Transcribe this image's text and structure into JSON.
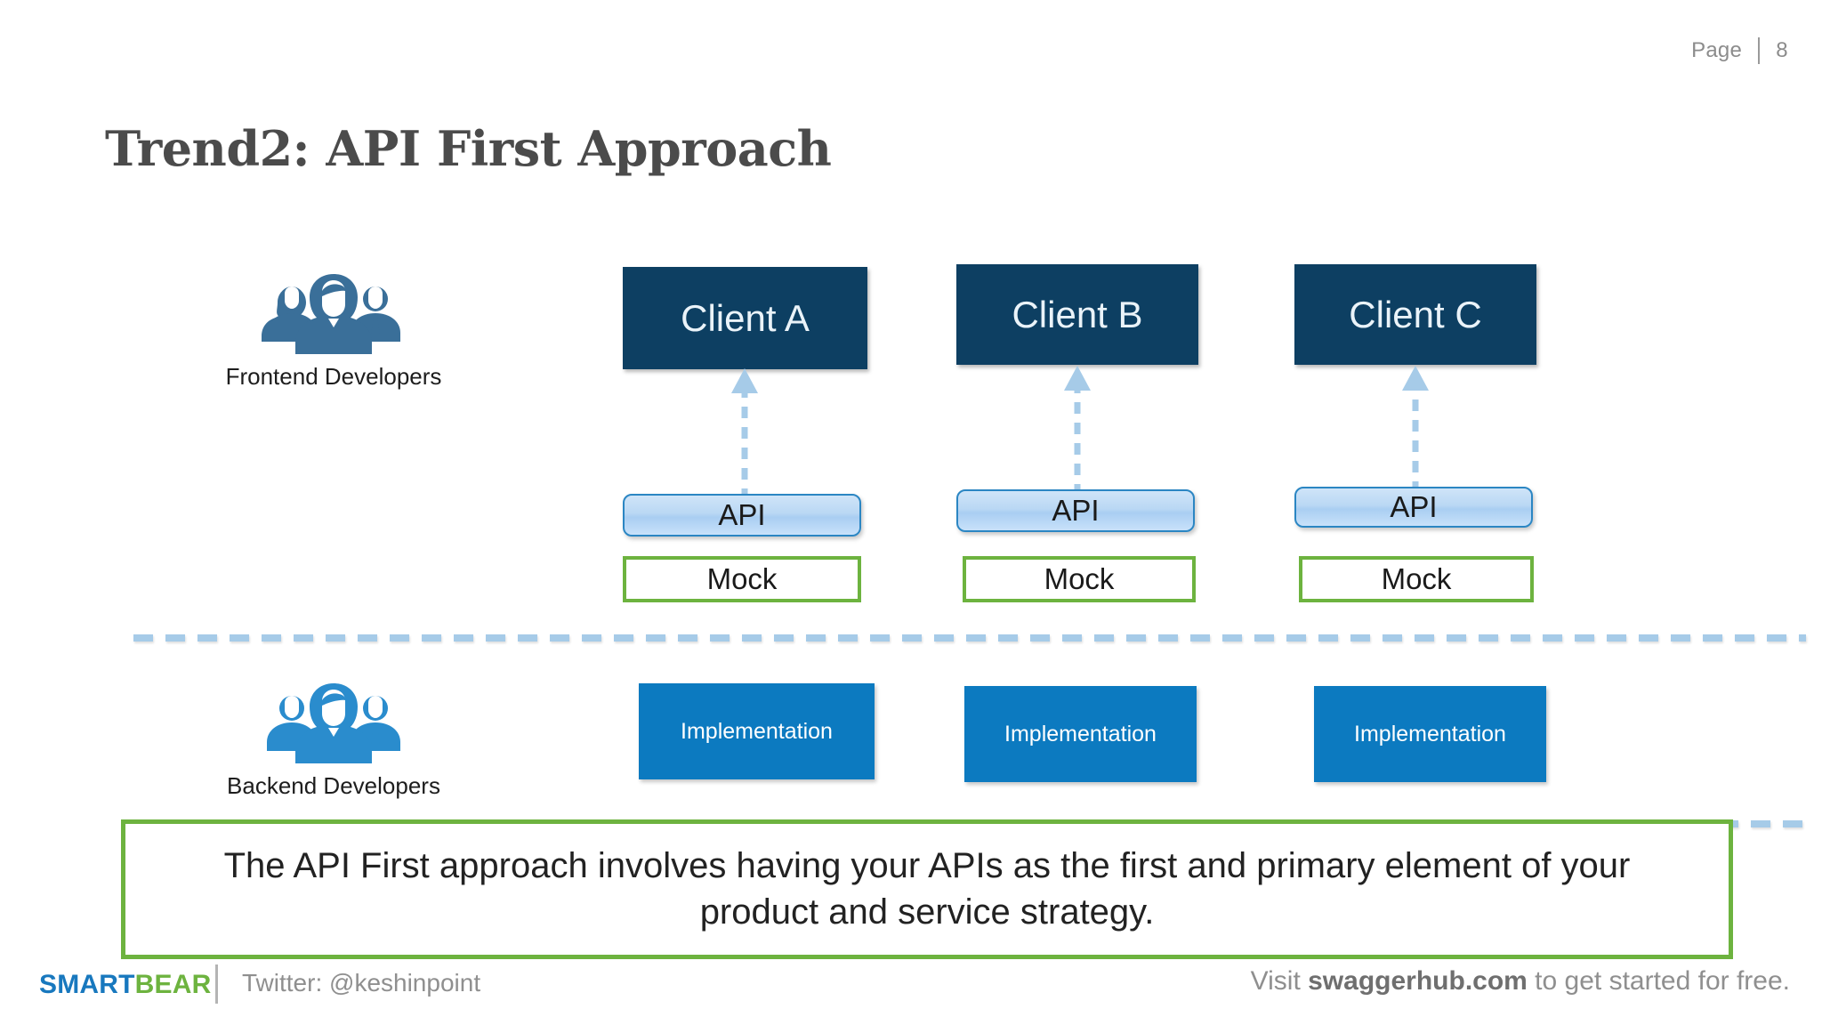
{
  "header": {
    "page_label": "Page",
    "page_number": "8",
    "title": "Trend2: API First Approach"
  },
  "personas": {
    "frontend": {
      "label": "Frontend Developers",
      "icon": "people-group-icon",
      "color": "#3a6f99"
    },
    "backend": {
      "label": "Backend Developers",
      "icon": "people-group-icon",
      "color": "#2a8ccd"
    }
  },
  "diagram": {
    "columns": [
      {
        "client": "Client A",
        "api": "API",
        "mock": "Mock",
        "implementation": "Implementation"
      },
      {
        "client": "Client B",
        "api": "API",
        "mock": "Mock",
        "implementation": "Implementation"
      },
      {
        "client": "Client C",
        "api": "API",
        "mock": "Mock",
        "implementation": "Implementation"
      }
    ],
    "arrow_direction": "up",
    "separator_style": "dashed"
  },
  "callout": {
    "text": "The API First approach involves having your APIs as the first and primary element of your product and service strategy."
  },
  "footer": {
    "brand_part1": "SMART",
    "brand_part2": "BEAR",
    "twitter": "Twitter: @keshinpoint",
    "visit_prefix": "Visit ",
    "visit_url": "swaggerhub.com",
    "visit_suffix": " to get started for free."
  },
  "colors": {
    "client_navy": "#0d3f62",
    "implementation_blue": "#0c7ac0",
    "mock_green": "#6db33f",
    "api_blue_border": "#2b86c3",
    "arrow_blue": "#a6cbe8",
    "title_gray": "#4b4b4b",
    "brand_blue": "#1878be",
    "brand_green": "#6db33f"
  }
}
